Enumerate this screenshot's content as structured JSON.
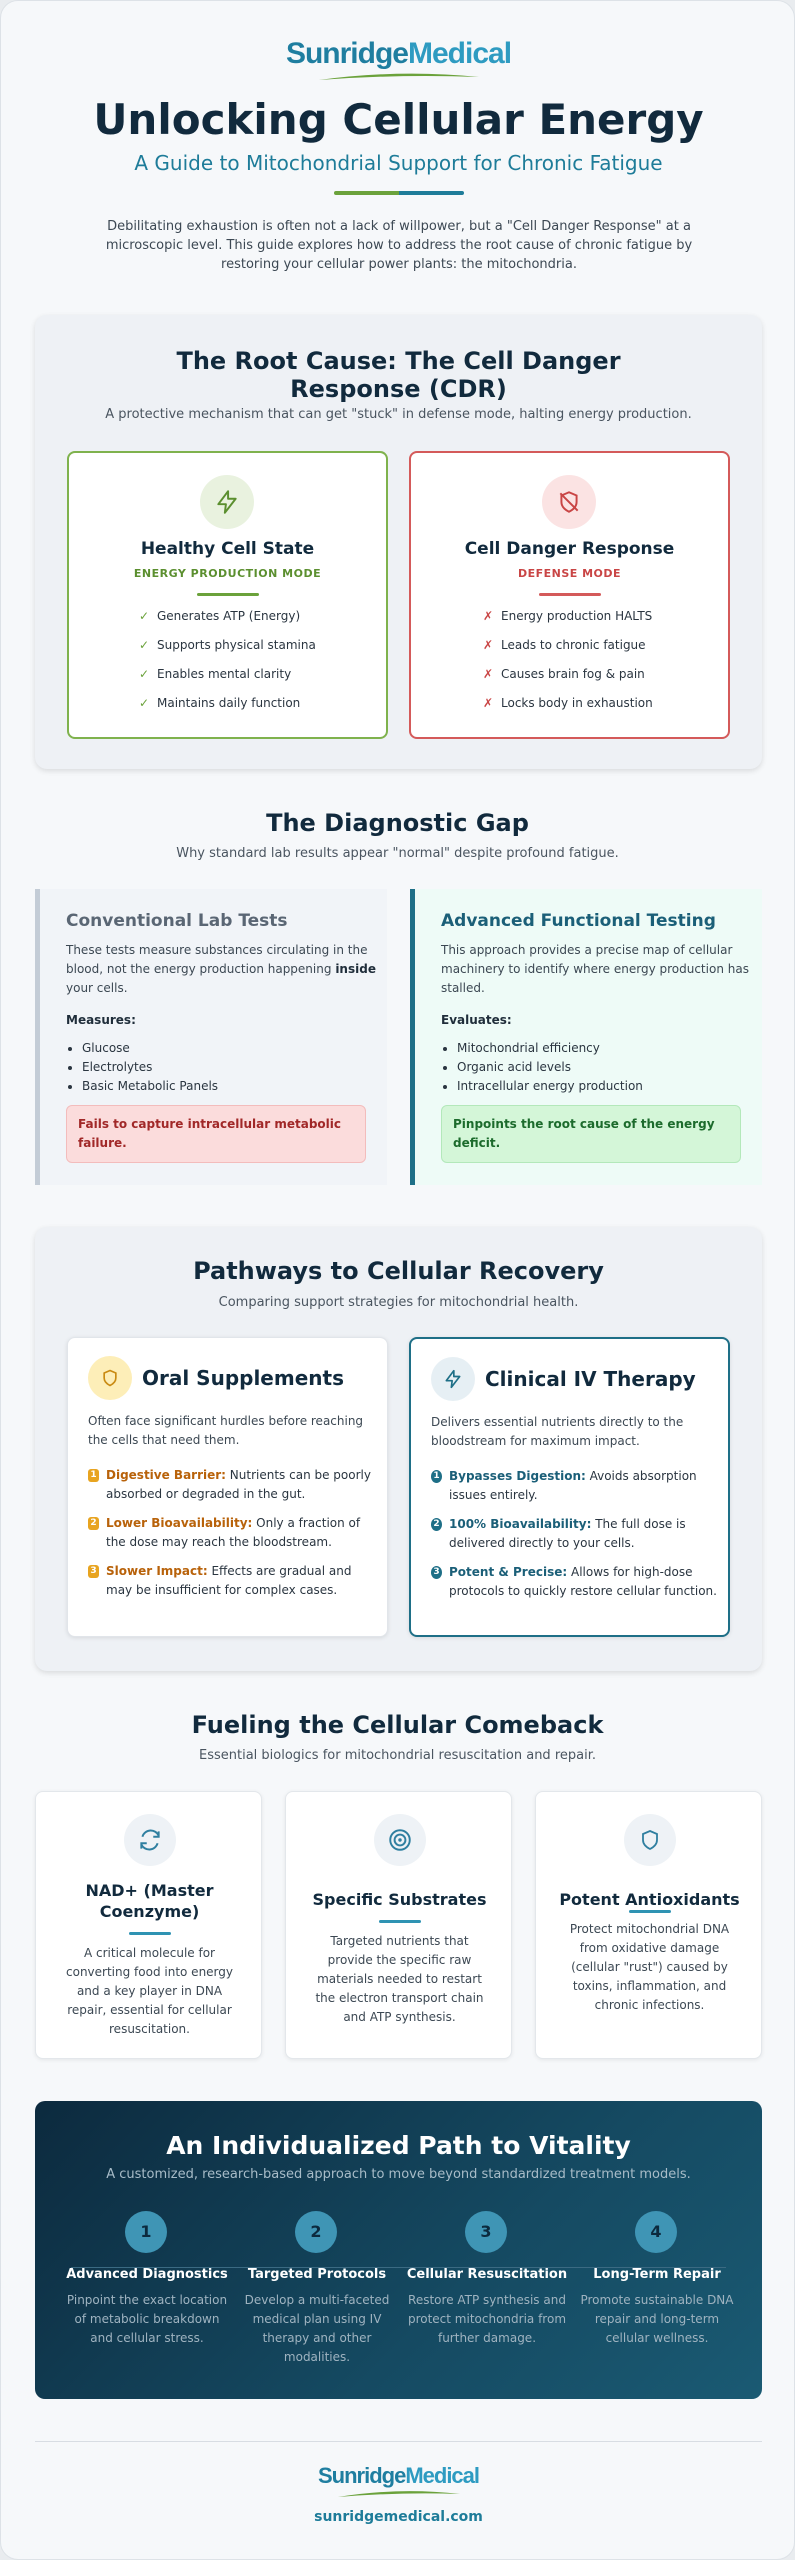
{
  "brand": {
    "logo_text": "SunridgeMedical",
    "logo_text_a": "Sunridge",
    "logo_text_b": "Medical",
    "primary_color": "#1e7c99",
    "accent_color": "#6ba23b"
  },
  "hero": {
    "title": "Unlocking Cellular Energy",
    "subtitle": "A Guide to Mitochondrial Support for Chronic Fatigue",
    "intro": "Debilitating exhaustion is often not a lack of willpower, but a \"Cell Danger Response\" at a microscopic level. This guide explores how to address the root cause of chronic fatigue by restoring your cellular power plants: the mitochondria."
  },
  "root_cause": {
    "title": "The Root Cause: The Cell Danger Response (CDR)",
    "subtitle": "A protective mechanism that can get \"stuck\" in defense mode, halting energy production.",
    "healthy": {
      "icon": "lightning-icon",
      "title": "Healthy Cell State",
      "mode": "ENERGY PRODUCTION MODE",
      "items": [
        "Generates ATP (Energy)",
        "Supports physical stamina",
        "Enables mental clarity",
        "Maintains daily function"
      ]
    },
    "danger": {
      "icon": "shield-off-icon",
      "title": "Cell Danger Response",
      "mode": "DEFENSE MODE",
      "items": [
        "Energy production HALTS",
        "Leads to chronic fatigue",
        "Causes brain fog & pain",
        "Locks body in exhaustion"
      ]
    }
  },
  "diagnostic": {
    "title": "The Diagnostic Gap",
    "subtitle": "Why standard lab results appear \"normal\" despite profound fatigue.",
    "conventional": {
      "title": "Conventional Lab Tests",
      "desc_a": "These tests measure substances circulating in the blood, not the energy production happening",
      "desc_b": "inside",
      "desc_c": "your cells.",
      "label": "Measures:",
      "items": [
        "Glucose",
        "Electrolytes",
        "Basic Metabolic Panels"
      ],
      "verdict": "Fails to capture intracellular metabolic failure."
    },
    "advanced": {
      "title": "Advanced Functional Testing",
      "desc": "This approach provides a precise map of cellular machinery to identify where energy production has stalled.",
      "label": "Evaluates:",
      "items": [
        "Mitochondrial efficiency",
        "Organic acid levels",
        "Intracellular energy production"
      ],
      "verdict": "Pinpoints the root cause of the energy deficit."
    }
  },
  "pathways": {
    "title": "Pathways to Cellular Recovery",
    "subtitle": "Comparing support strategies for mitochondrial health.",
    "oral": {
      "icon": "shield-icon",
      "title": "Oral Supplements",
      "desc": "Often face significant hurdles before reaching the cells that need them.",
      "items": [
        {
          "num": "1",
          "label": "Digestive Barrier:",
          "text": " Nutrients can be poorly absorbed or degraded in the gut."
        },
        {
          "num": "2",
          "label": "Lower Bioavailability:",
          "text": " Only a fraction of the dose may reach the bloodstream."
        },
        {
          "num": "3",
          "label": "Slower Impact:",
          "text": " Effects are gradual and may be insufficient for complex cases."
        }
      ]
    },
    "iv": {
      "icon": "lightning-icon",
      "title": "Clinical IV Therapy",
      "desc": "Delivers essential nutrients directly to the bloodstream for maximum impact.",
      "items": [
        {
          "num": "1",
          "label": "Bypasses Digestion:",
          "text": " Avoids absorption issues entirely."
        },
        {
          "num": "2",
          "label": "100% Bioavailability:",
          "text": " The full dose is delivered directly to your cells."
        },
        {
          "num": "3",
          "label": "Potent & Precise:",
          "text": " Allows for high-dose protocols to quickly restore cellular function."
        }
      ]
    }
  },
  "fueling": {
    "title": "Fueling the Cellular Comeback",
    "subtitle": "Essential biologics for mitochondrial resuscitation and repair.",
    "cards": [
      {
        "icon": "refresh-icon",
        "title": "NAD+ (Master Coenzyme)",
        "desc": "A critical molecule for converting food into energy and a key player in DNA repair, essential for cellular resuscitation."
      },
      {
        "icon": "target-icon",
        "title": "Specific Substrates",
        "desc": "Targeted nutrients that provide the specific raw materials needed to restart the electron transport chain and ATP synthesis."
      },
      {
        "icon": "shield-icon",
        "title": "Potent Antioxidants",
        "desc": "Protect mitochondrial DNA from oxidative damage (cellular \"rust\") caused by toxins, inflammation, and chronic infections."
      }
    ]
  },
  "path": {
    "title": "An Individualized Path to Vitality",
    "subtitle": "A customized, research-based approach to move beyond standardized treatment models.",
    "steps": [
      {
        "num": "1",
        "title": "Advanced Diagnostics",
        "desc": "Pinpoint the exact location of metabolic breakdown and cellular stress."
      },
      {
        "num": "2",
        "title": "Targeted Protocols",
        "desc": "Develop a multi-faceted medical plan using IV therapy and other modalities."
      },
      {
        "num": "3",
        "title": "Cellular Resuscitation",
        "desc": "Restore ATP synthesis and protect mitochondria from further damage."
      },
      {
        "num": "4",
        "title": "Long-Term Repair",
        "desc": "Promote sustainable DNA repair and long-term cellular wellness."
      }
    ]
  },
  "footer": {
    "url": "sunridgemedical.com"
  }
}
